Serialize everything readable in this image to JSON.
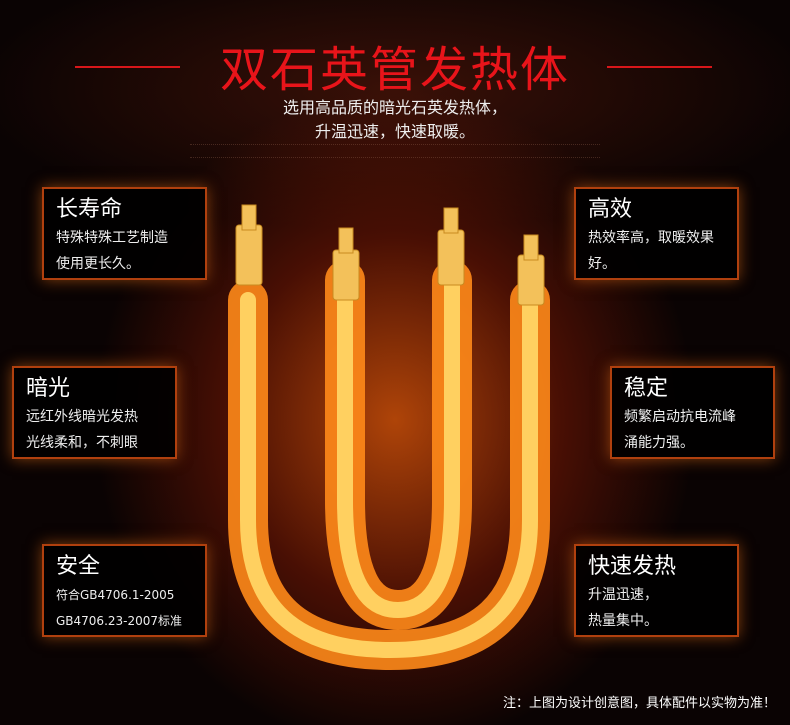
{
  "title": "双石英管发热体",
  "subtitle": [
    "选用高品质的暗光石英发热体，",
    "升温迅速，快速取暖。"
  ],
  "features": [
    {
      "title": "长寿命",
      "lines": [
        "特殊特殊工艺制造",
        "使用更长久。"
      ]
    },
    {
      "title": "暗光",
      "lines": [
        "远红外线暗光发热",
        "光线柔和，不刺眼"
      ]
    },
    {
      "title": "安全",
      "lines": [
        "符合GB4706.1-2005",
        "GB4706.23-2007标准"
      ]
    },
    {
      "title": "高效",
      "lines": [
        "热效率高，取暖效果",
        "好。"
      ]
    },
    {
      "title": "稳定",
      "lines": [
        "频繁启动抗电流峰",
        "涌能力强。"
      ]
    },
    {
      "title": "快速发热",
      "lines": [
        "升温迅速，",
        "热量集中。"
      ]
    }
  ],
  "note": "注：上图为设计创意图，具体配件以实物为准！",
  "colors": {
    "title": "#e8141a",
    "border": "#b0400e",
    "tube": "#ffb020"
  }
}
